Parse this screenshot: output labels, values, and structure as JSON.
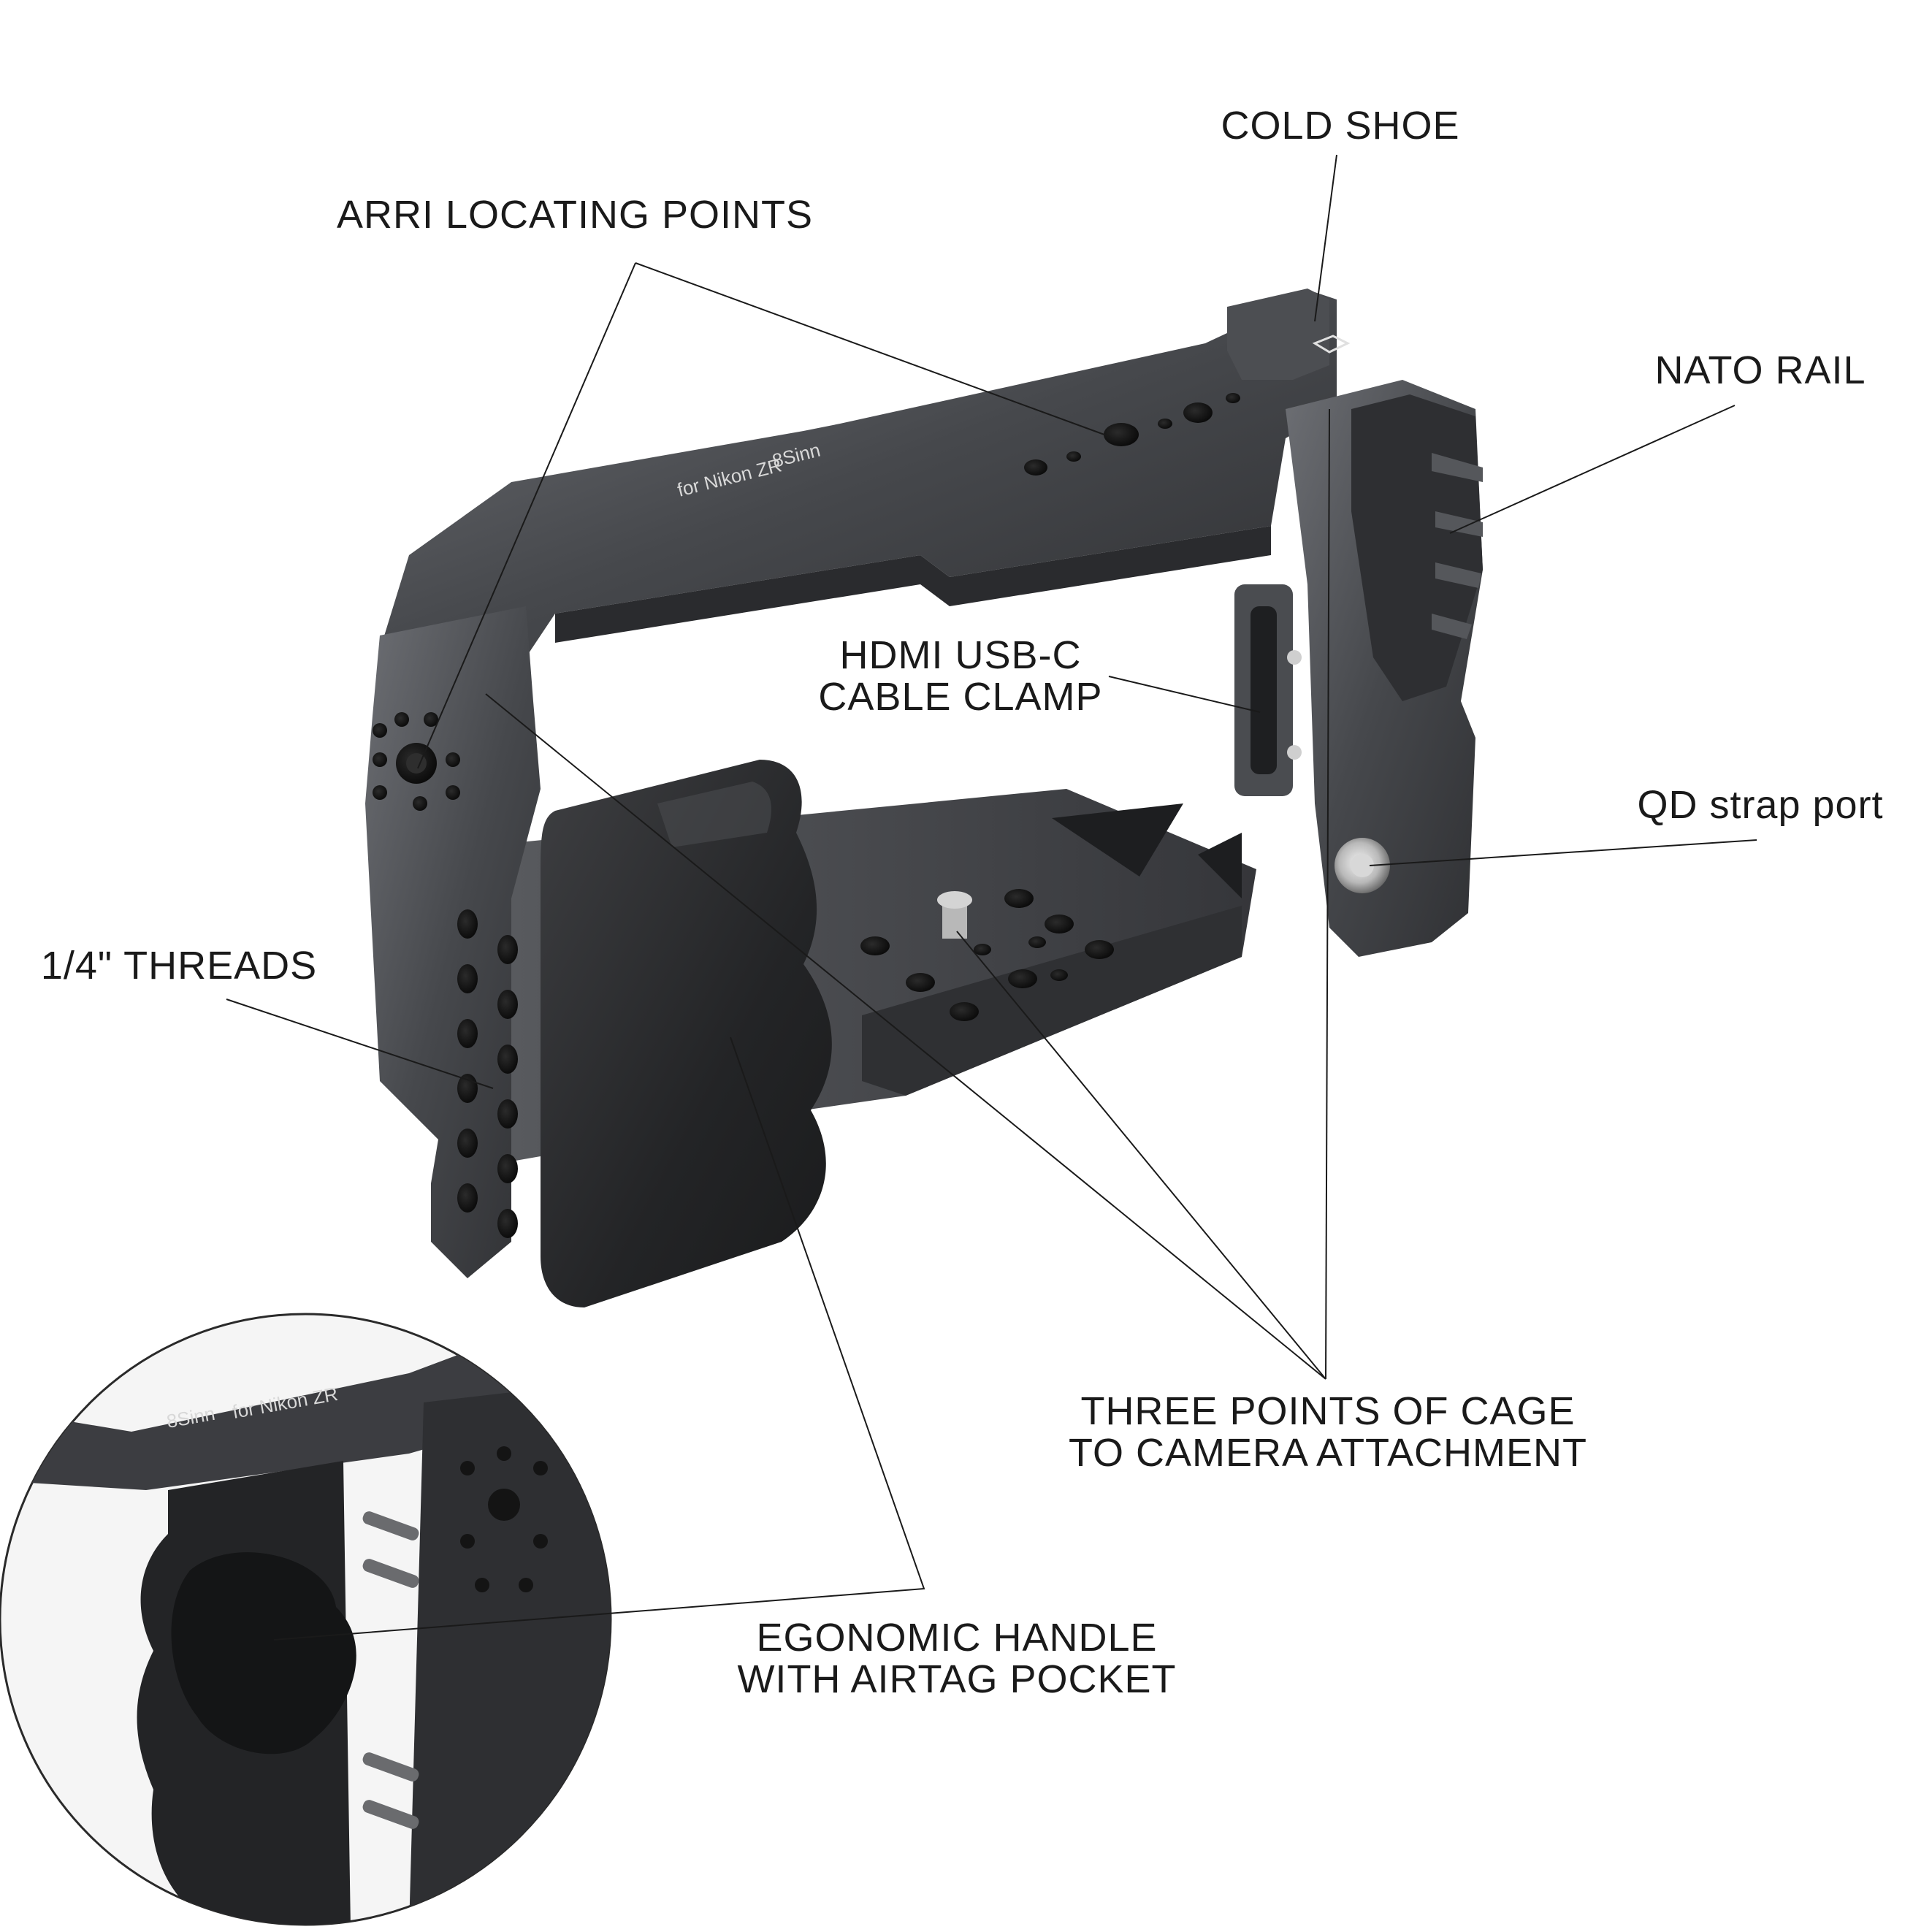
{
  "callouts": {
    "cold_shoe": "COLD SHOE",
    "arri_points": "ARRI LOCATING POINTS",
    "nato_rail": "NATO RAIL",
    "hdmi_clamp_line1": "HDMI USB-C",
    "hdmi_clamp_line2": "CABLE CLAMP",
    "qd_strap": "QD strap port",
    "threads": "1/4\" THREADS",
    "three_points_line1": "THREE POINTS OF CAGE",
    "three_points_line2": "TO CAMERA ATTACHMENT",
    "handle_line1": "EGONOMIC HANDLE",
    "handle_line2": "WITH AIRTAG POCKET"
  },
  "product_engraving": {
    "brand": "8Sinn",
    "model": "for Nikon ZR"
  },
  "colors": {
    "metal_dark": "#3a3b3e",
    "metal_mid": "#55575b",
    "metal_light": "#7b7d82",
    "grip": "#2a2b2d",
    "hole": "#141414",
    "line": "#1a1a1a"
  }
}
